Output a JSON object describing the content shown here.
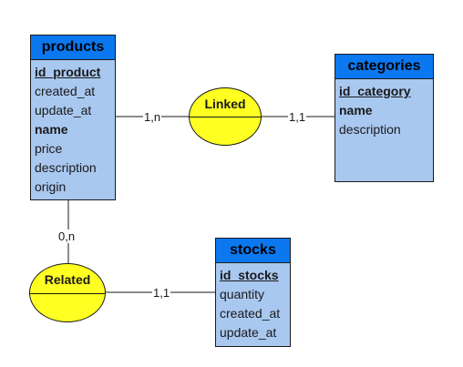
{
  "entities": {
    "products": {
      "title": "products",
      "fields": [
        "id_product",
        "created_at",
        "update_at",
        "name",
        "price",
        "description",
        "origin"
      ]
    },
    "categories": {
      "title": "categories",
      "fields": [
        "id_category",
        "name",
        "description"
      ]
    },
    "stocks": {
      "title": "stocks",
      "fields": [
        "id_stocks",
        "quantity",
        "created_at",
        "update_at"
      ]
    }
  },
  "associations": {
    "linked": {
      "label": "Linked"
    },
    "related": {
      "label": "Related"
    }
  },
  "cardinalities": {
    "products_linked": "1,n",
    "categories_linked": "1,1",
    "products_related": "0,n",
    "stocks_related": "1,1"
  },
  "colors": {
    "entity_header": "#0b78f0",
    "entity_body": "#a9c8f0",
    "association": "#ffff22"
  }
}
